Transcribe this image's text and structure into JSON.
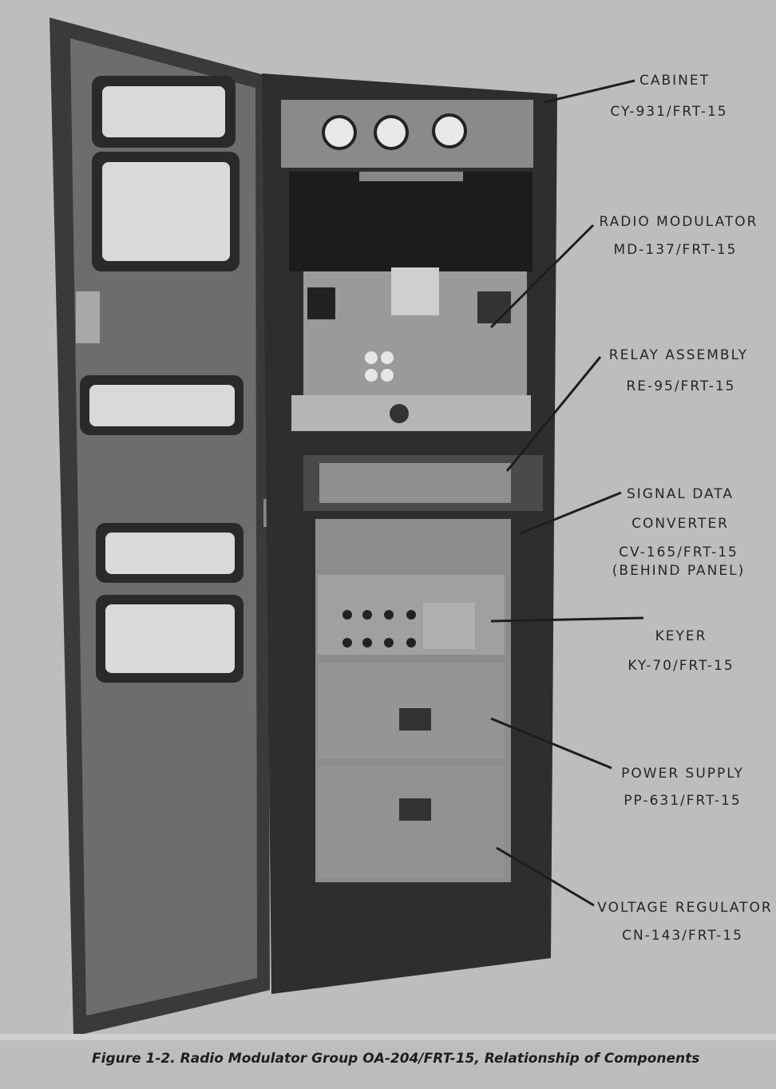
{
  "figure": {
    "caption": "Figure 1-2. Radio Modulator Group OA-204/FRT-15, Relationship of Components",
    "callouts": [
      {
        "name": "CABINET",
        "part": "CY-931/FRT-15"
      },
      {
        "name": "RADIO MODULATOR",
        "part": "MD-137/FRT-15"
      },
      {
        "name": "RELAY ASSEMBLY",
        "part": "RE-95/FRT-15"
      },
      {
        "name": "SIGNAL DATA",
        "name2": "CONVERTER",
        "part": "CV-165/FRT-15",
        "note": "(BEHIND PANEL)"
      },
      {
        "name": "KEYER",
        "part": "KY-70/FRT-15"
      },
      {
        "name": "POWER SUPPLY",
        "part": "PP-631/FRT-15"
      },
      {
        "name": "VOLTAGE REGULATOR",
        "part": "CN-143/FRT-15"
      }
    ]
  }
}
